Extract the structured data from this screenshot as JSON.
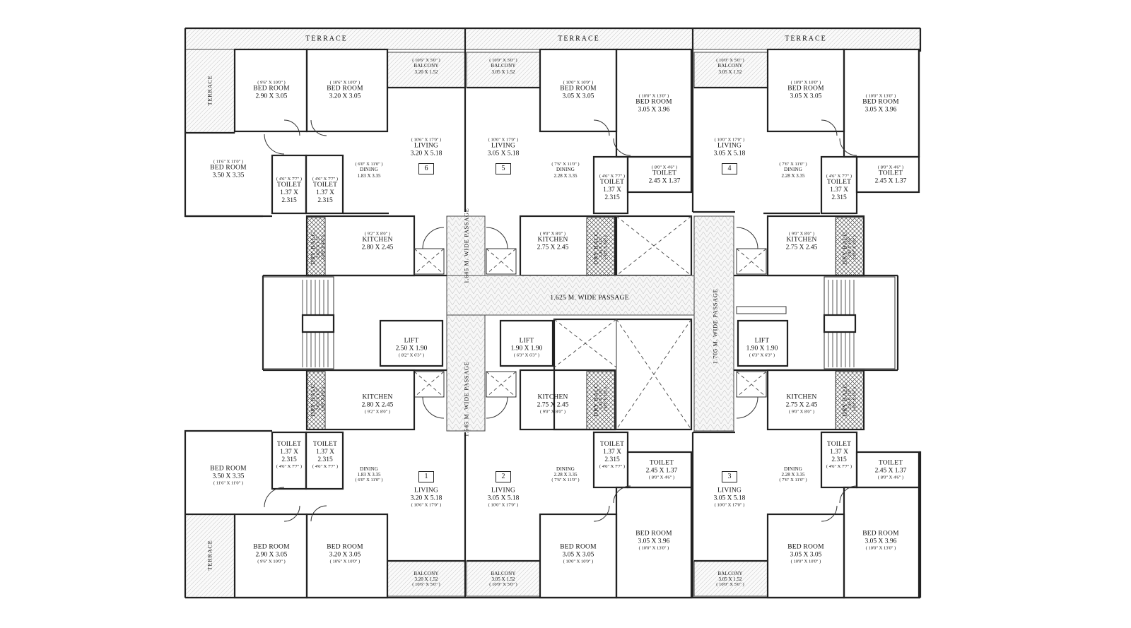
{
  "terraces": {
    "top_left": "TERRACE",
    "top_mid": "TERRACE",
    "top_right": "TERRACE",
    "side_top": "TERRACE",
    "side_bottom": "TERRACE"
  },
  "passages": {
    "main": "1.625 M. WIDE PASSAGE",
    "right": "1.705 M. WIDE PASSAGE",
    "top": "1.645 M. WIDE PASSAGE",
    "bottom": "1.645 M. WIDE PASSAGE"
  },
  "unit_numbers": [
    "6",
    "5",
    "4",
    "1",
    "2",
    "3"
  ],
  "lifts": [
    {
      "name": "LIFT",
      "metric": "2.50 X 1.90",
      "imperial": "( 8'2\" X 6'3\" )"
    },
    {
      "name": "LIFT",
      "metric": "1.90 X 1.90",
      "imperial": "( 6'3\" X 6'3\" )"
    },
    {
      "name": "LIFT",
      "metric": "1.90 X 1.90",
      "imperial": "( 6'3\" X 6'3\" )"
    }
  ],
  "top_units": {
    "u6": {
      "bed1": {
        "name": "BED ROOM",
        "metric": "2.90 X 3.05",
        "imperial": "( 9'6\" X 10'0\" )"
      },
      "bed2": {
        "name": "BED ROOM",
        "metric": "3.20 X 3.05",
        "imperial": "( 10'6\" X 10'0\" )"
      },
      "bed3": {
        "name": "BED ROOM",
        "metric": "3.50 X 3.35",
        "imperial": "( 11'6\" X 11'0\" )"
      },
      "balcony": {
        "name": "BALCONY",
        "metric": "3.20 X 1.52",
        "imperial": "( 10'6\" X 5'0\" )"
      },
      "living": {
        "name": "LIVING",
        "metric": "3.20 X 5.18",
        "imperial": "( 10'6\" X 17'0\" )"
      },
      "dining": {
        "name": "DINING",
        "metric": "1.83 X 3.35",
        "imperial": "( 6'0\" X 11'0\" )"
      },
      "toilet1": {
        "name": "TOILET",
        "metric1": "1.37 X",
        "metric2": "2.315",
        "imperial": "( 4'6\" X 7'7\" )"
      },
      "toilet2": {
        "name": "TOILET",
        "metric1": "1.37 X",
        "metric2": "2.315",
        "imperial": "( 4'6\" X 7'7\" )"
      },
      "kitchen": {
        "name": "KITCHEN",
        "metric": "2.80 X 2.45",
        "imperial": "( 9'2\" X 8'0\" )"
      },
      "drybalc": {
        "name": "DRY BALC.",
        "metric": "2.025 X 1.37",
        "imperial": "( 6'8\" X 4'6\" )"
      }
    },
    "u5": {
      "balcony": {
        "name": "BALCONY",
        "metric": "3.05 X 1.52",
        "imperial": "( 10'0\" X 5'0\" )"
      },
      "bed1": {
        "name": "BED ROOM",
        "metric": "3.05 X 3.05",
        "imperial": "( 10'0\" X 10'0\" )"
      },
      "bed2": {
        "name": "BED ROOM",
        "metric": "3.05 X 3.96",
        "imperial": "( 10'0\" X 13'0\" )"
      },
      "living": {
        "name": "LIVING",
        "metric": "3.05 X 5.18",
        "imperial": "( 10'0\" X 17'0\" )"
      },
      "dining": {
        "name": "DINING",
        "metric": "2.28 X 3.35",
        "imperial": "( 7'6\" X 11'0\" )"
      },
      "toilet1": {
        "name": "TOILET",
        "metric1": "1.37 X",
        "metric2": "2.315",
        "imperial": "( 4'6\" X 7'7\" )"
      },
      "toilet2": {
        "name": "TOILET",
        "metric": "2.45 X 1.37",
        "imperial": "( 8'0\" X 4'6\" )"
      },
      "kitchen": {
        "name": "KITCHEN",
        "metric": "2.75 X 2.45",
        "imperial": "( 9'0\" X 8'0\" )"
      },
      "drybalc": {
        "name": "DRY BALC.",
        "metric": "2.45 X 1.07",
        "imperial": "( 8'0\" X 3'6\" )"
      }
    },
    "u4": {
      "balcony": {
        "name": "BALCONY",
        "metric": "3.05 X 1.52",
        "imperial": "( 10'0\" X 5'0\" )"
      },
      "bed1": {
        "name": "BED ROOM",
        "metric": "3.05 X 3.05",
        "imperial": "( 10'0\" X 10'0\" )"
      },
      "bed2": {
        "name": "BED ROOM",
        "metric": "3.05 X 3.96",
        "imperial": "( 10'0\" X 13'0\" )"
      },
      "living": {
        "name": "LIVING",
        "metric": "3.05 X 5.18",
        "imperial": "( 10'0\" X 17'0\" )"
      },
      "dining": {
        "name": "DINING",
        "metric": "2.28 X 3.35",
        "imperial": "( 7'6\" X 11'0\" )"
      },
      "toilet1": {
        "name": "TOILET",
        "metric1": "1.37 X",
        "metric2": "2.315",
        "imperial": "( 4'6\" X 7'7\" )"
      },
      "toilet2": {
        "name": "TOILET",
        "metric": "2.45 X 1.37",
        "imperial": "( 8'0\" X 4'6\" )"
      },
      "kitchen": {
        "name": "KITCHEN",
        "metric": "2.75 X 2.45",
        "imperial": "( 9'0\" X 8'0\" )"
      },
      "drybalc": {
        "name": "DRY BALC.",
        "metric": "2.45 X 1.07",
        "imperial": "( 8'0\" X 3'6\" )"
      }
    }
  },
  "bottom_units": {
    "u1": {
      "bed1": {
        "name": "BED ROOM",
        "metric": "2.90 X 3.05",
        "imperial": "( 9'6\" X 10'0\" )"
      },
      "bed2": {
        "name": "BED ROOM",
        "metric": "3.20 X 3.05",
        "imperial": "( 10'6\" X 10'0\" )"
      },
      "bed3": {
        "name": "BED ROOM",
        "metric": "3.50 X 3.35",
        "imperial": "( 11'6\" X 11'0\" )"
      },
      "balcony": {
        "name": "BALCONY",
        "metric": "3.20 X 1.52",
        "imperial": "( 10'6\" X 5'0\" )"
      },
      "living": {
        "name": "LIVING",
        "metric": "3.20 X 5.18",
        "imperial": "( 10'6\" X 17'0\" )"
      },
      "dining": {
        "name": "DINING",
        "metric": "1.83 X 3.35",
        "imperial": "( 6'0\" X 11'0\" )"
      },
      "toilet1": {
        "name": "TOILET",
        "metric1": "1.37 X",
        "metric2": "2.315",
        "imperial": "( 4'6\" X 7'7\" )"
      },
      "toilet2": {
        "name": "TOILET",
        "metric1": "1.37 X",
        "metric2": "2.315",
        "imperial": "( 4'6\" X 7'7\" )"
      },
      "kitchen": {
        "name": "KITCHEN",
        "metric": "2.80 X 2.45",
        "imperial": "( 9'2\" X 8'0\" )"
      },
      "drybalc": {
        "name": "DRY BALC.",
        "metric": "2.025 X 1.37",
        "imperial": "( 6'8\" X 4'6\" )"
      }
    },
    "u2": {
      "balcony": {
        "name": "BALCONY",
        "metric": "3.05 X 1.52",
        "imperial": "( 10'0\" X 5'0\" )"
      },
      "bed1": {
        "name": "BED ROOM",
        "metric": "3.05 X 3.05",
        "imperial": "( 10'0\" X 10'0\" )"
      },
      "bed2": {
        "name": "BED ROOM",
        "metric": "3.05 X 3.96",
        "imperial": "( 10'0\" X 13'0\" )"
      },
      "living": {
        "name": "LIVING",
        "metric": "3.05 X 5.18",
        "imperial": "( 10'0\" X 17'0\" )"
      },
      "dining": {
        "name": "DINING",
        "metric": "2.28 X 3.35",
        "imperial": "( 7'6\" X 11'0\" )"
      },
      "toilet1": {
        "name": "TOILET",
        "metric1": "1.37 X",
        "metric2": "2.315",
        "imperial": "( 4'6\" X 7'7\" )"
      },
      "toilet2": {
        "name": "TOILET",
        "metric": "2.45 X 1.37",
        "imperial": "( 8'0\" X 4'6\" )"
      },
      "kitchen": {
        "name": "KITCHEN",
        "metric": "2.75 X 2.45",
        "imperial": "( 9'0\" X 8'0\" )"
      },
      "drybalc": {
        "name": "DRY BALC.",
        "metric": "2.45 X 1.07",
        "imperial": "( 8'0\" X 3'6\" )"
      }
    },
    "u3": {
      "balcony": {
        "name": "BALCONY",
        "metric": "3.05 X 1.52",
        "imperial": "( 10'0\" X 5'0\" )"
      },
      "bed1": {
        "name": "BED ROOM",
        "metric": "3.05 X 3.05",
        "imperial": "( 10'0\" X 10'0\" )"
      },
      "bed2": {
        "name": "BED ROOM",
        "metric": "3.05 X 3.96",
        "imperial": "( 10'0\" X 13'0\" )"
      },
      "living": {
        "name": "LIVING",
        "metric": "3.05 X 5.18",
        "imperial": "( 10'0\" X 17'0\" )"
      },
      "dining": {
        "name": "DINING",
        "metric": "2.28 X 3.35",
        "imperial": "( 7'6\" X 11'0\" )"
      },
      "toilet1": {
        "name": "TOILET",
        "metric1": "1.37 X",
        "metric2": "2.315",
        "imperial": "( 4'6\" X 7'7\" )"
      },
      "toilet2": {
        "name": "TOILET",
        "metric": "2.45 X 1.37",
        "imperial": "( 8'0\" X 4'6\" )"
      },
      "kitchen": {
        "name": "KITCHEN",
        "metric": "2.75 X 2.45",
        "imperial": "( 9'0\" X 8'0\" )"
      },
      "drybalc": {
        "name": "DRY BALC.",
        "metric": "2.45 X 1.07",
        "imperial": "( 8'0\" X 3'6\" )"
      }
    }
  }
}
